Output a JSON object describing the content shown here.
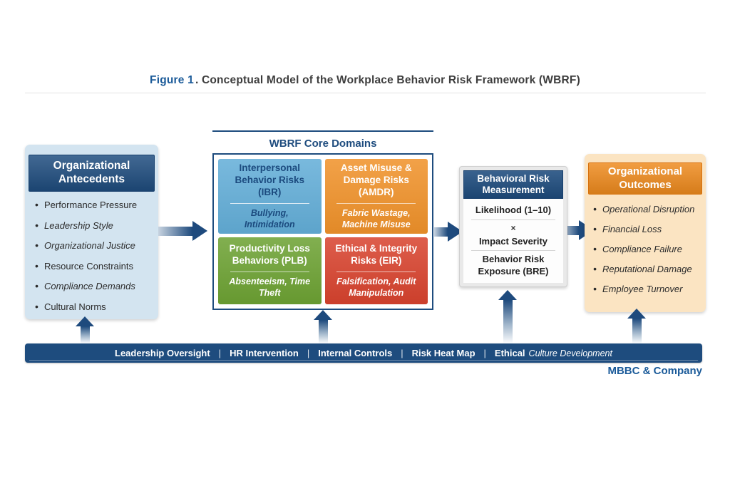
{
  "figure": {
    "label": "Figure 1",
    "title": ". Conceptual Model of the Workplace Behavior Risk Framework (WBRF)"
  },
  "antecedents": {
    "title": "Organizational Antecedents",
    "items": [
      "Performance Pressure",
      "Leadership Style",
      "Organizational Justice",
      "Resource Constraints",
      "Compliance Demands",
      "Cultural Norms"
    ]
  },
  "core_domains": {
    "label": "WBRF Core Domains",
    "quadrants": [
      {
        "title": "Interpersonal Behavior Risks (IBR)",
        "examples": "Bullying, Intimidation",
        "color": "#63aed8"
      },
      {
        "title": "Asset Misuse & Damage Risks (AMDR)",
        "examples": "Fabric Wastage, Machine Misuse",
        "color": "#f0922a"
      },
      {
        "title": "Productivity Loss Behaviors (PLB)",
        "examples": "Absenteeism, Time Theft",
        "color": "#6da233"
      },
      {
        "title": "Ethical & Integrity Risks (EIR)",
        "examples": "Falsification, Audit Manipulation",
        "color": "#d8432e"
      }
    ]
  },
  "measurement": {
    "title": "Behavioral Risk Measurement",
    "likelihood": "Likelihood (1–10)",
    "operator": "×",
    "impact": "Impact Severity",
    "result": "Behavior Risk Exposure (BRE)"
  },
  "outcomes": {
    "title": "Organizational Outcomes",
    "items": [
      "Operational Disruption",
      "Financial Loss",
      "Compliance Failure",
      "Reputational Damage",
      "Employee Turnover"
    ]
  },
  "controls_bar": {
    "separator": "|",
    "items": [
      "Leadership Oversight",
      "HR Intervention",
      "Internal Controls",
      "Risk Heat Map"
    ],
    "last_item_bold": "Ethical",
    "last_item_rest": "Culture Development"
  },
  "branding": "MBBC & Company",
  "palette": {
    "navy": "#1e4c7e",
    "navy-border": "#163e6b",
    "arrow-navy": "#1e4a7d",
    "arrow-light": "#c7d3e0",
    "panel-blue": "#d3e4f0",
    "quad-blue": "#63aed8",
    "quad-blue-text": "#1b4a7e",
    "quad-orange": "#f0922a",
    "quad-green": "#6da233",
    "quad-red": "#d8432e",
    "panel-peach": "#fbe4c2",
    "orange-header": "#ee8a1d",
    "gray-frame": "#e9e9e9",
    "title-gray": "#3d3d3d",
    "brand-blue": "#1a5a99",
    "rule-gray": "#e2e2e2",
    "body-text": "#2b2b2b"
  }
}
